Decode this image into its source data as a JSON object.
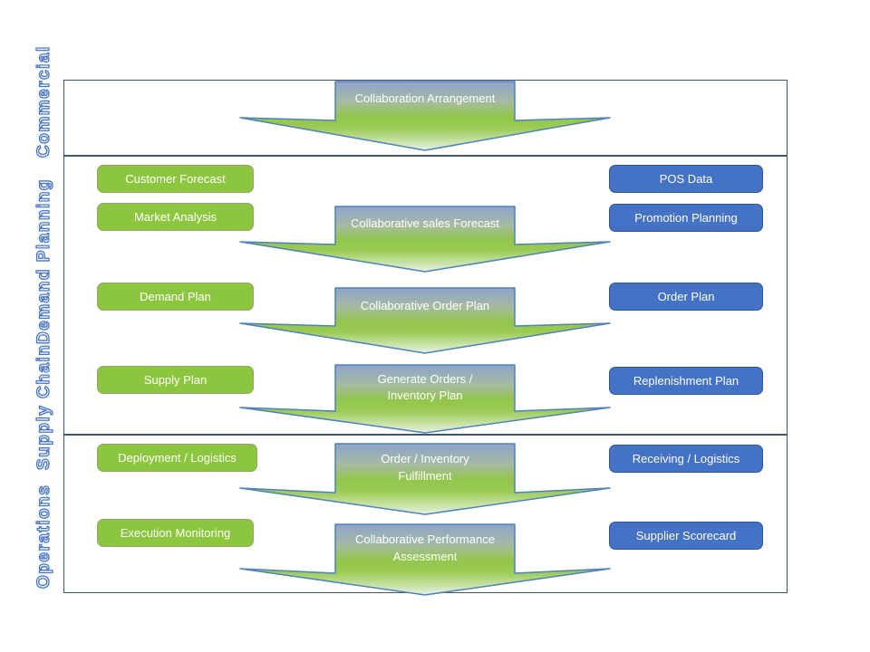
{
  "side_labels": [
    {
      "label": "Commercial"
    },
    {
      "label": "Demand Planning"
    },
    {
      "label": "Supply Chain"
    },
    {
      "label": "Operations"
    }
  ],
  "left_column": {
    "color": "#8CC63F",
    "items": [
      "Customer Forecast",
      "Market Analysis",
      "Demand Plan",
      "Supply Plan",
      "Deployment / Logistics",
      "Execution Monitoring"
    ]
  },
  "right_column": {
    "color": "#4472C4",
    "items": [
      "POS Data",
      "Promotion Planning",
      "Order Plan",
      "Replenishment Plan",
      "Receiving / Logistics",
      "Supplier Scorecard"
    ]
  },
  "arrows": [
    {
      "line1": "Collaboration Arrangement",
      "line2": ""
    },
    {
      "line1": "Collaborative sales Forecast",
      "line2": ""
    },
    {
      "line1": "Collaborative Order Plan",
      "line2": ""
    },
    {
      "line1": "Generate Orders /",
      "line2": "Inventory Plan"
    },
    {
      "line1": "Order / Inventory",
      "line2": "Fulfillment"
    },
    {
      "line1": "Collaborative Performance",
      "line2": "Assessment"
    }
  ],
  "colors": {
    "frame_border": "#44546A",
    "arrow_stroke": "#4F81BD",
    "arrow_gradient_top": "#8EA3CC",
    "arrow_gradient_green": "#92C64A",
    "arrow_gradient_tip": "#E7F1E3",
    "side_label_outline": "#4472C4"
  }
}
